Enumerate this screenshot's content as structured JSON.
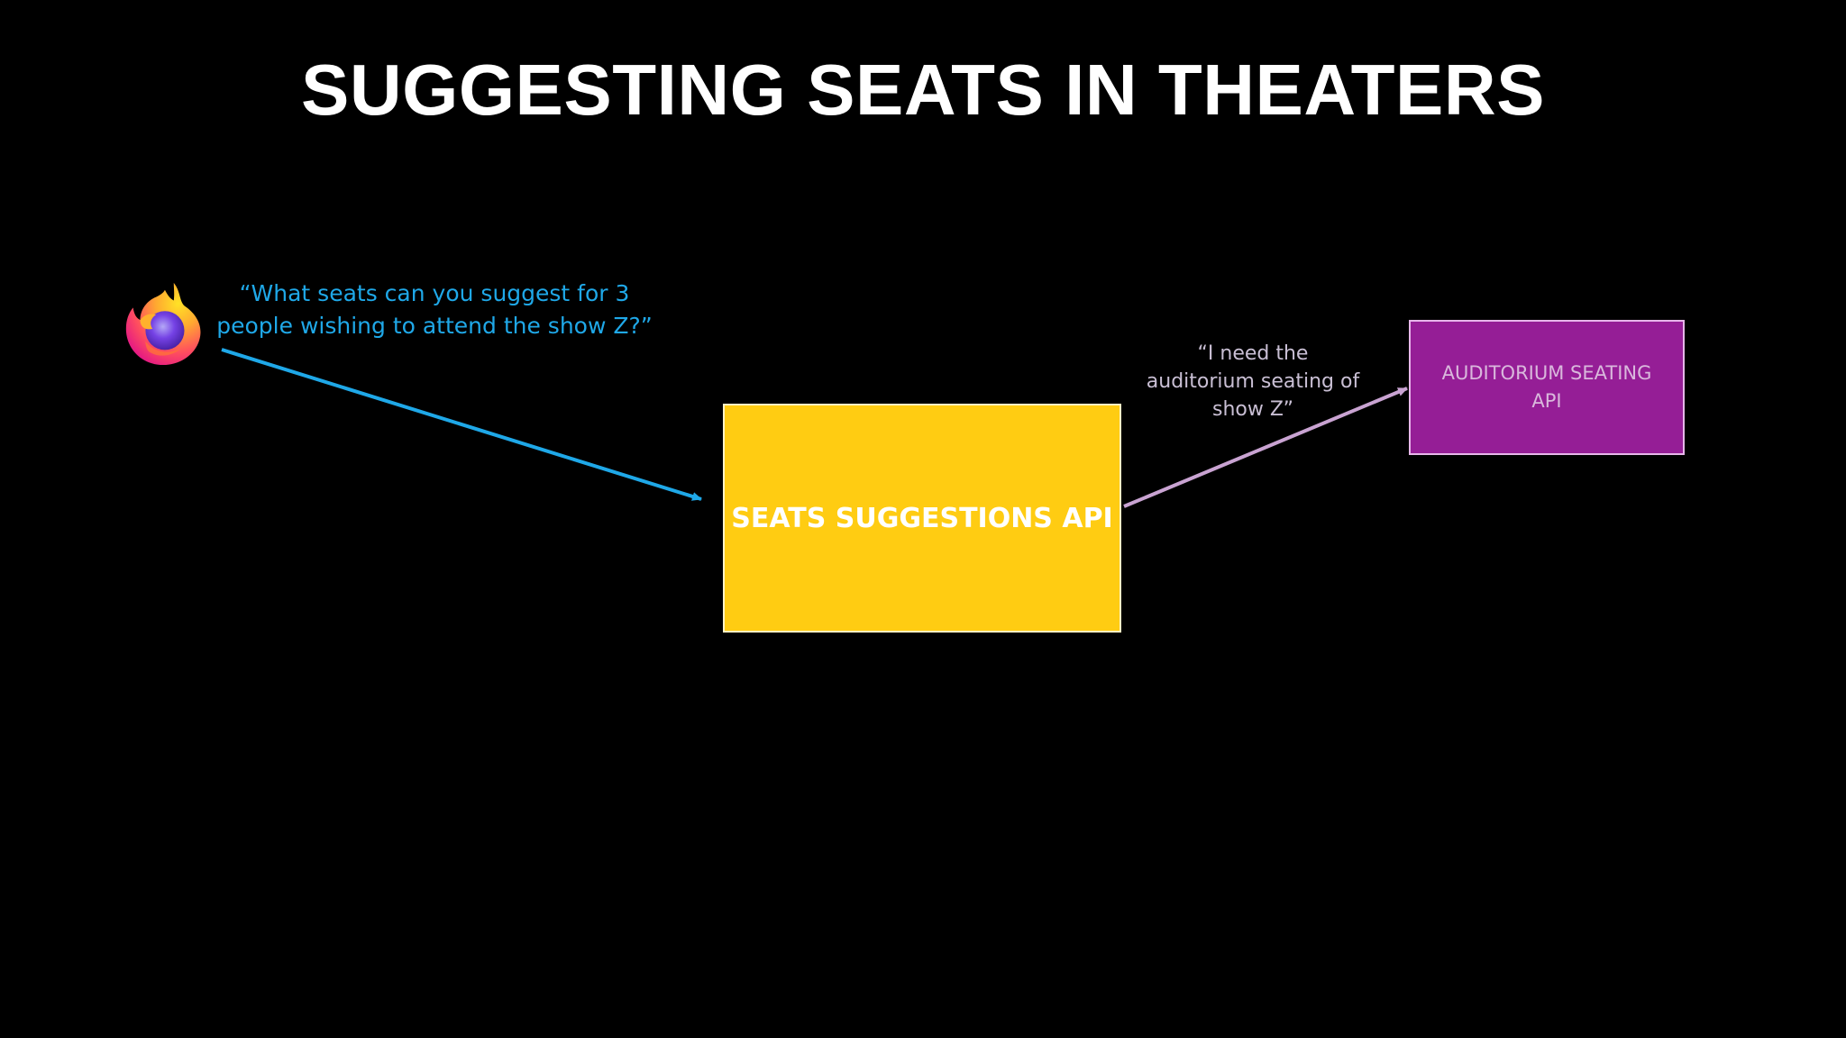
{
  "slide": {
    "title": "SUGGESTING SEATS IN THEATERS"
  },
  "client": {
    "icon": "firefox-browser-icon",
    "request_quote": "“What seats can you suggest for 3 people wishing to attend the show Z?”"
  },
  "seats_api": {
    "label": "SEATS SUGGESTIONS API",
    "fill_color": "#ffcc12"
  },
  "dependency": {
    "request_quote": "“I need the auditorium seating of show Z”"
  },
  "auditorium_api": {
    "label": "AUDITORIUM SEATING API",
    "fill_color": "#951e96"
  },
  "colors": {
    "background": "#000000",
    "client_arrow": "#1fa8e8",
    "dependency_arrow": "#c9a3d2"
  }
}
